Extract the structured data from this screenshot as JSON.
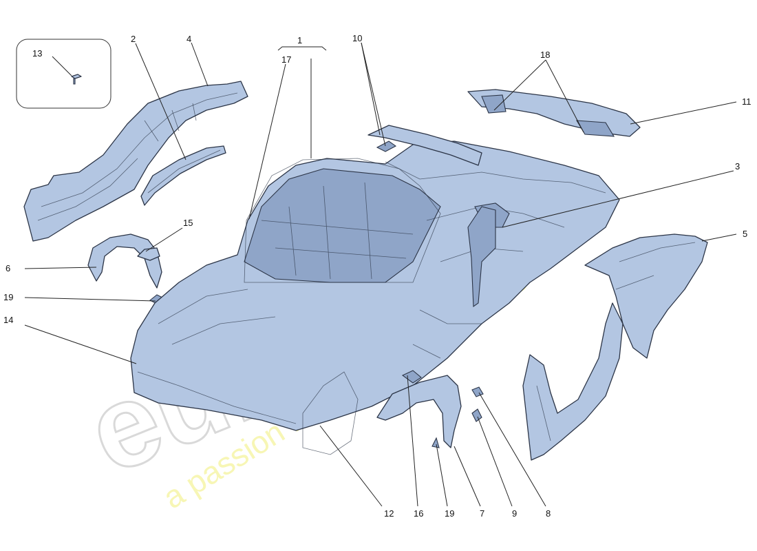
{
  "watermark": {
    "brand": "euro",
    "tagline": "a passion for parts since 1985"
  },
  "callouts": {
    "c1": "1",
    "c2": "2",
    "c3": "3",
    "c4": "4",
    "c5": "5",
    "c6": "6",
    "c7": "7",
    "c8": "8",
    "c9": "9",
    "c10": "10",
    "c11": "11",
    "c12": "12",
    "c13": "13",
    "c14": "14",
    "c15": "15",
    "c16": "16",
    "c17": "17",
    "c18": "18",
    "c19a": "19",
    "c19b": "19"
  },
  "colors": {
    "part_fill": "#b3c6e2",
    "outline": "#2b3446"
  }
}
